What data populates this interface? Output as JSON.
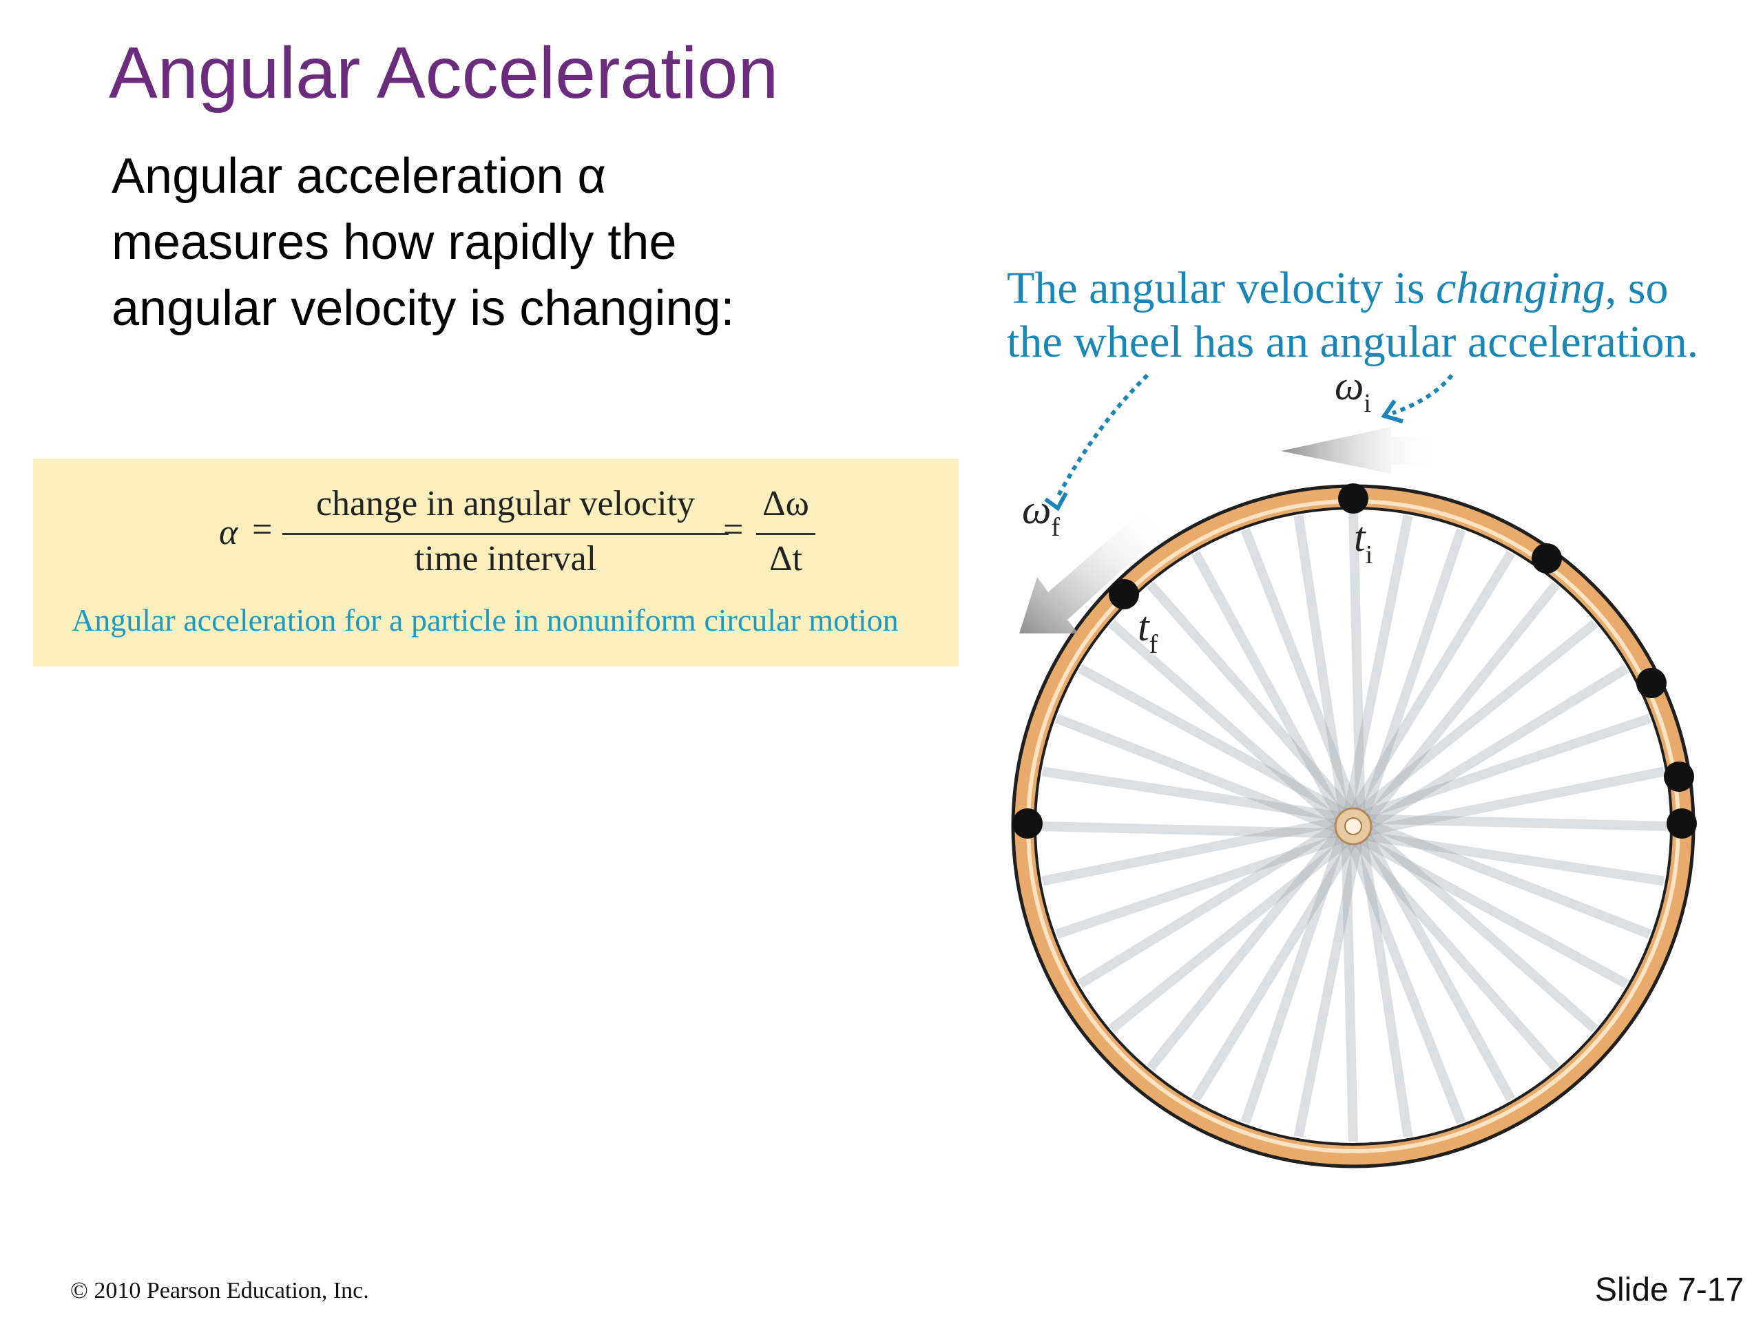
{
  "title": "Angular Acceleration",
  "body_lines": [
    "Angular acceleration α",
    "measures how rapidly the",
    "angular velocity is changing:"
  ],
  "equation": {
    "lhs": "α",
    "eq": "=",
    "numerator": "change in angular velocity",
    "denominator": "time interval",
    "rhs_numerator": "Δω",
    "rhs_denominator": "Δt",
    "caption": "Angular acceleration for a particle in nonuniform circular motion"
  },
  "figure": {
    "callout_line1_start": "The angular velocity is ",
    "callout_line1_italic": "changing",
    "callout_line1_end": ", so",
    "callout_line2": "the wheel has an angular acceleration.",
    "omega_symbol": "ω",
    "initial_subscript": "i",
    "final_subscript": "f",
    "t_symbol": "t",
    "colors": {
      "rim": "#e8ab6c",
      "rim_outline": "#1f1f1f",
      "callout": "#1a86b6",
      "arrow_gray": "#9a9a9a"
    }
  },
  "footer": {
    "copyright": "© 2010 Pearson Education, Inc.",
    "slide_number": "Slide 7-17"
  }
}
